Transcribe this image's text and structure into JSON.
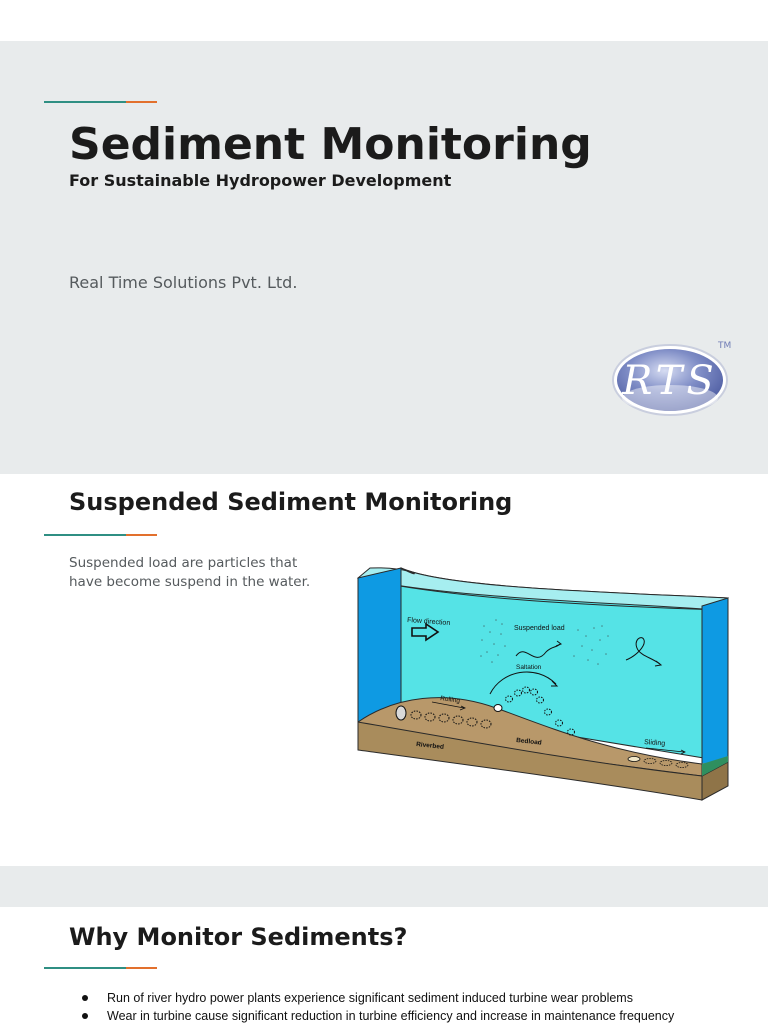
{
  "slide1": {
    "title": "Sediment Monitoring",
    "subtitle": "For Sustainable Hydropower Development",
    "company": "Real Time Solutions Pvt. Ltd.",
    "logo": {
      "text": "RTS",
      "trademark": "TM"
    }
  },
  "slide2": {
    "title": "Suspended Sediment Monitoring",
    "body": "Suspended load are particles that have become suspend in the water.",
    "diagram_labels": {
      "flow": "Flow direction",
      "suspended": "Suspended load",
      "saltation": "Saltation",
      "rolling": "Rolling",
      "bedload": "Bedload",
      "riverbed": "Riverbed",
      "sliding": "Sliding"
    }
  },
  "slide3": {
    "title": "Why Monitor Sediments?",
    "bullets": [
      "Run of  river hydro power plants experience significant sediment induced turbine wear problems",
      "Wear in turbine cause significant reduction in turbine efficiency and increase in maintenance frequency"
    ]
  },
  "colors": {
    "accent_teal": "#2f8f83",
    "accent_orange": "#e2702d",
    "panel_gray": "#e8ebec",
    "water": "#55e3e6",
    "water_dark": "#0e9ae3",
    "bed": "#a98c5c"
  }
}
